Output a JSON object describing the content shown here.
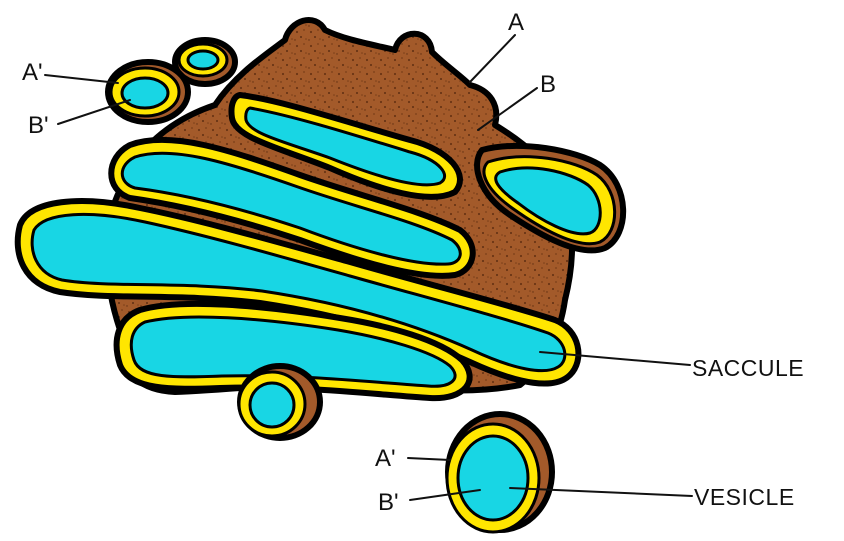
{
  "colors": {
    "matrix": "#a35a2a",
    "membrane": "#ffe600",
    "lumen": "#18d6e4",
    "outline": "#000000",
    "speckle": "#6b3515"
  },
  "labels": {
    "a": "A",
    "b": "B",
    "a_prime_top": "A'",
    "b_prime_top": "B'",
    "saccule": "SACCULE",
    "a_prime_bottom": "A'",
    "b_prime_bottom": "B'",
    "vesicle": "VESICLE"
  }
}
